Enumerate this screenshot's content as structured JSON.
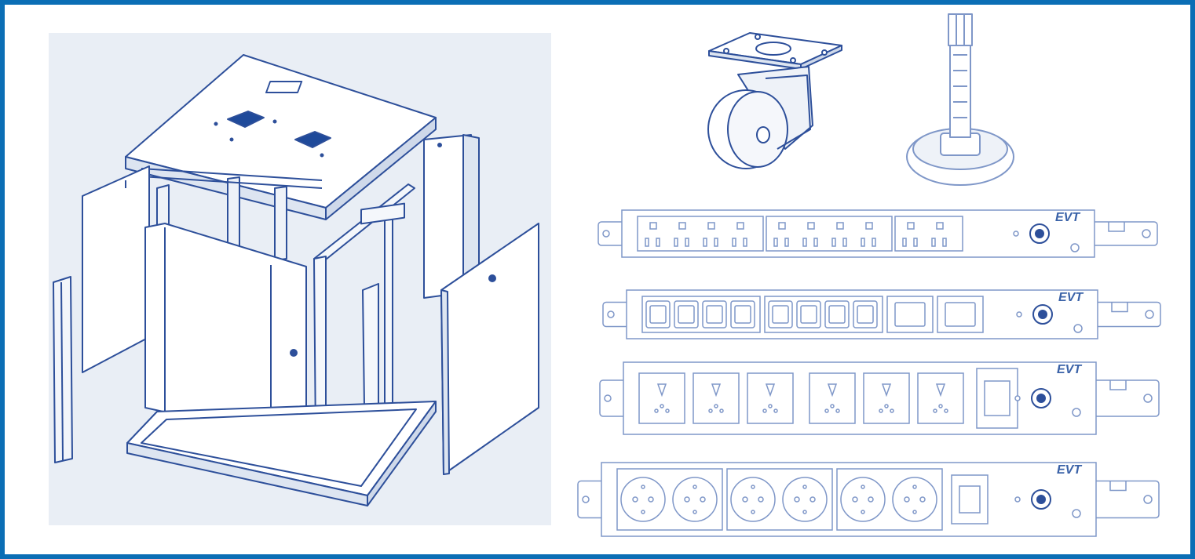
{
  "colors": {
    "frame": "#0b6eb5",
    "line": "#2d4f9a",
    "light_line": "#7f97c8",
    "panel_bg": "#e9eef5"
  },
  "brand": {
    "logo": "EVT"
  },
  "illustrations": [
    {
      "name": "exploded-wall-cabinet"
    },
    {
      "name": "swivel-caster-wheel"
    },
    {
      "name": "leveling-foot"
    }
  ],
  "pdus": [
    {
      "name": "pdu-american-outlets",
      "outlets": 10
    },
    {
      "name": "pdu-iec-c13-c19-outlets",
      "outlets": 10
    },
    {
      "name": "pdu-universal-outlets",
      "outlets": 6
    },
    {
      "name": "pdu-schuko-outlets",
      "outlets": 6
    }
  ]
}
